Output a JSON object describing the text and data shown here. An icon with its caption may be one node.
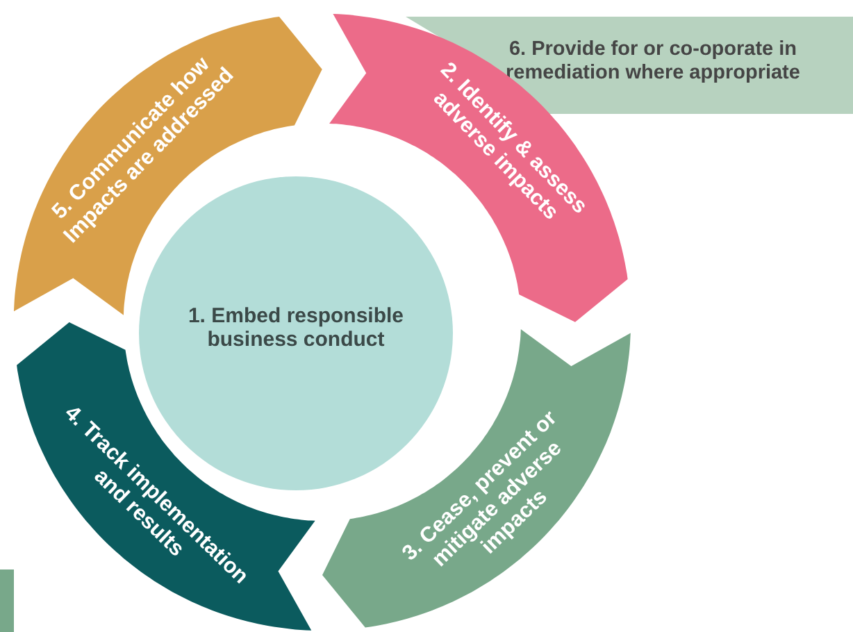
{
  "diagram": {
    "nodes": [
      {
        "text": [
          "1. Embed responsible business conduct"
        ]
      },
      {
        "text": [
          "2. Identify & assess adverse impacts"
        ]
      },
      {
        "text": [
          "3. Cease, prevent or mitigate adverse impacts"
        ]
      },
      {
        "text": [
          "4. Track implementation and results"
        ]
      },
      {
        "text": [
          "5. Communicate how Impacts are addressed"
        ]
      },
      {
        "text": [
          "6. Provide for or co-oporate in remediation where appropriate"
        ]
      }
    ]
  }
}
